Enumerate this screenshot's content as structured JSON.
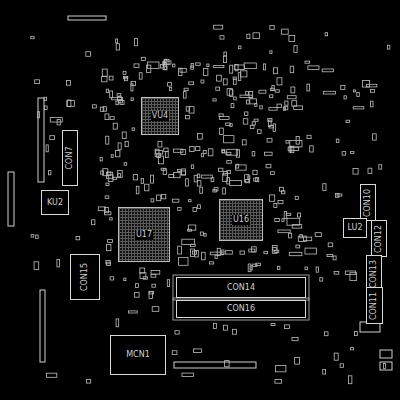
{
  "diagram": {
    "nodes": [
      {
        "text": [
          "VU4"
        ]
      },
      {
        "text": [
          "CON7"
        ]
      },
      {
        "text": [
          "CON10"
        ]
      },
      {
        "text": [
          "KU2"
        ]
      },
      {
        "text": [
          "U16"
        ]
      },
      {
        "text": [
          "U17"
        ]
      },
      {
        "text": [
          "LU2"
        ]
      },
      {
        "text": [
          "CON12"
        ]
      },
      {
        "text": [
          "CON15"
        ]
      },
      {
        "text": [
          "CON13"
        ]
      },
      {
        "text": [
          "CON14"
        ]
      },
      {
        "text": [
          "CON11"
        ]
      },
      {
        "text": [
          "CON16"
        ]
      },
      {
        "text": [
          "MCN1"
        ]
      }
    ]
  }
}
